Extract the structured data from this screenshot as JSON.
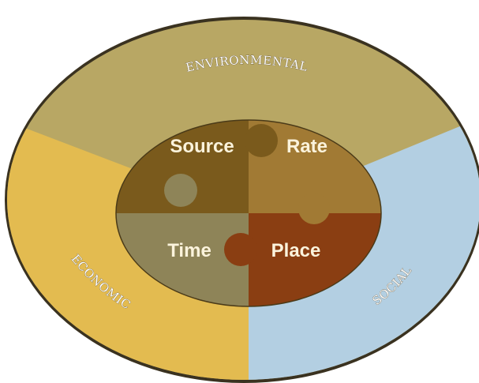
{
  "diagram": {
    "outer_segments": [
      {
        "id": "environmental",
        "label": "ENVIRONMENTAL",
        "color": "#b8a764"
      },
      {
        "id": "economic",
        "label": "ECONOMIC",
        "color": "#e3bb50"
      },
      {
        "id": "social",
        "label": "SOCIAL",
        "color": "#b3cfe2"
      }
    ],
    "puzzle_pieces": [
      {
        "id": "source",
        "label": "Source",
        "color": "#7a5a1c"
      },
      {
        "id": "rate",
        "label": "Rate",
        "color": "#a17a34"
      },
      {
        "id": "time",
        "label": "Time",
        "color": "#8e8458"
      },
      {
        "id": "place",
        "label": "Place",
        "color": "#8a3e12"
      }
    ]
  }
}
